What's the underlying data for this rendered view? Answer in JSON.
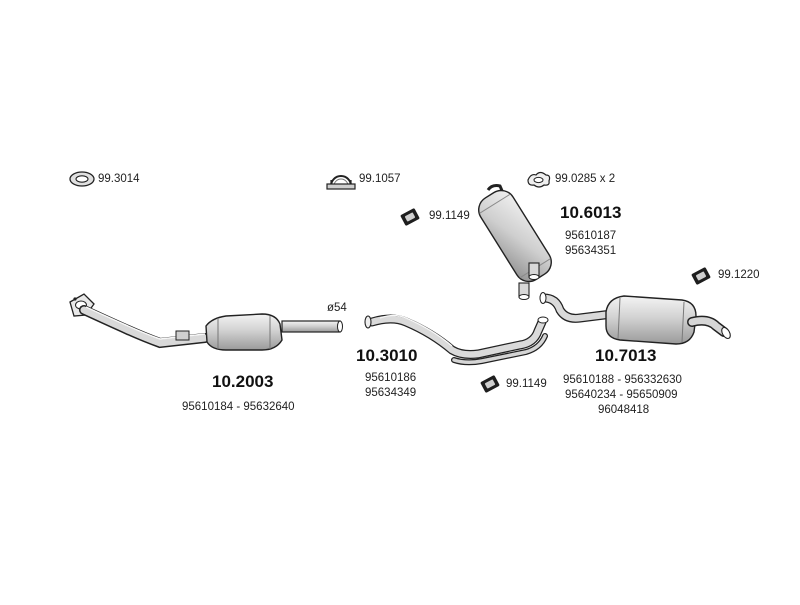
{
  "accessories": {
    "gasket": {
      "code": "99.3014",
      "icon": "gasket-ring-icon"
    },
    "clamp": {
      "code": "99.1057",
      "icon": "clamp-icon"
    },
    "rings": {
      "code": "99.0285 x 2",
      "icon": "ring-pair-icon"
    },
    "hanger_top": {
      "code": "99.1149",
      "icon": "rubber-hanger-icon"
    },
    "hanger_right": {
      "code": "99.1220",
      "icon": "rubber-hanger-icon"
    },
    "hanger_bottom": {
      "code": "99.1149",
      "icon": "rubber-hanger-icon"
    }
  },
  "diameter_label": "ø54",
  "parts": {
    "front": {
      "number": "10.2003",
      "oem": [
        "95610184 - 95632640"
      ]
    },
    "middle_pipe": {
      "number": "10.3010",
      "oem": [
        "95610186",
        "95634349"
      ]
    },
    "center_muffler": {
      "number": "10.6013",
      "oem": [
        "95610187",
        "95634351"
      ]
    },
    "rear_muffler": {
      "number": "10.7013",
      "oem": [
        "95610188 - 956332630",
        "95640234 - 95650909",
        "96048418"
      ]
    }
  },
  "colors": {
    "line": "#2a2a2a",
    "metal_light": "#e6e6e6",
    "metal_mid": "#bdbdbd",
    "metal_dark": "#8a8a8a"
  }
}
